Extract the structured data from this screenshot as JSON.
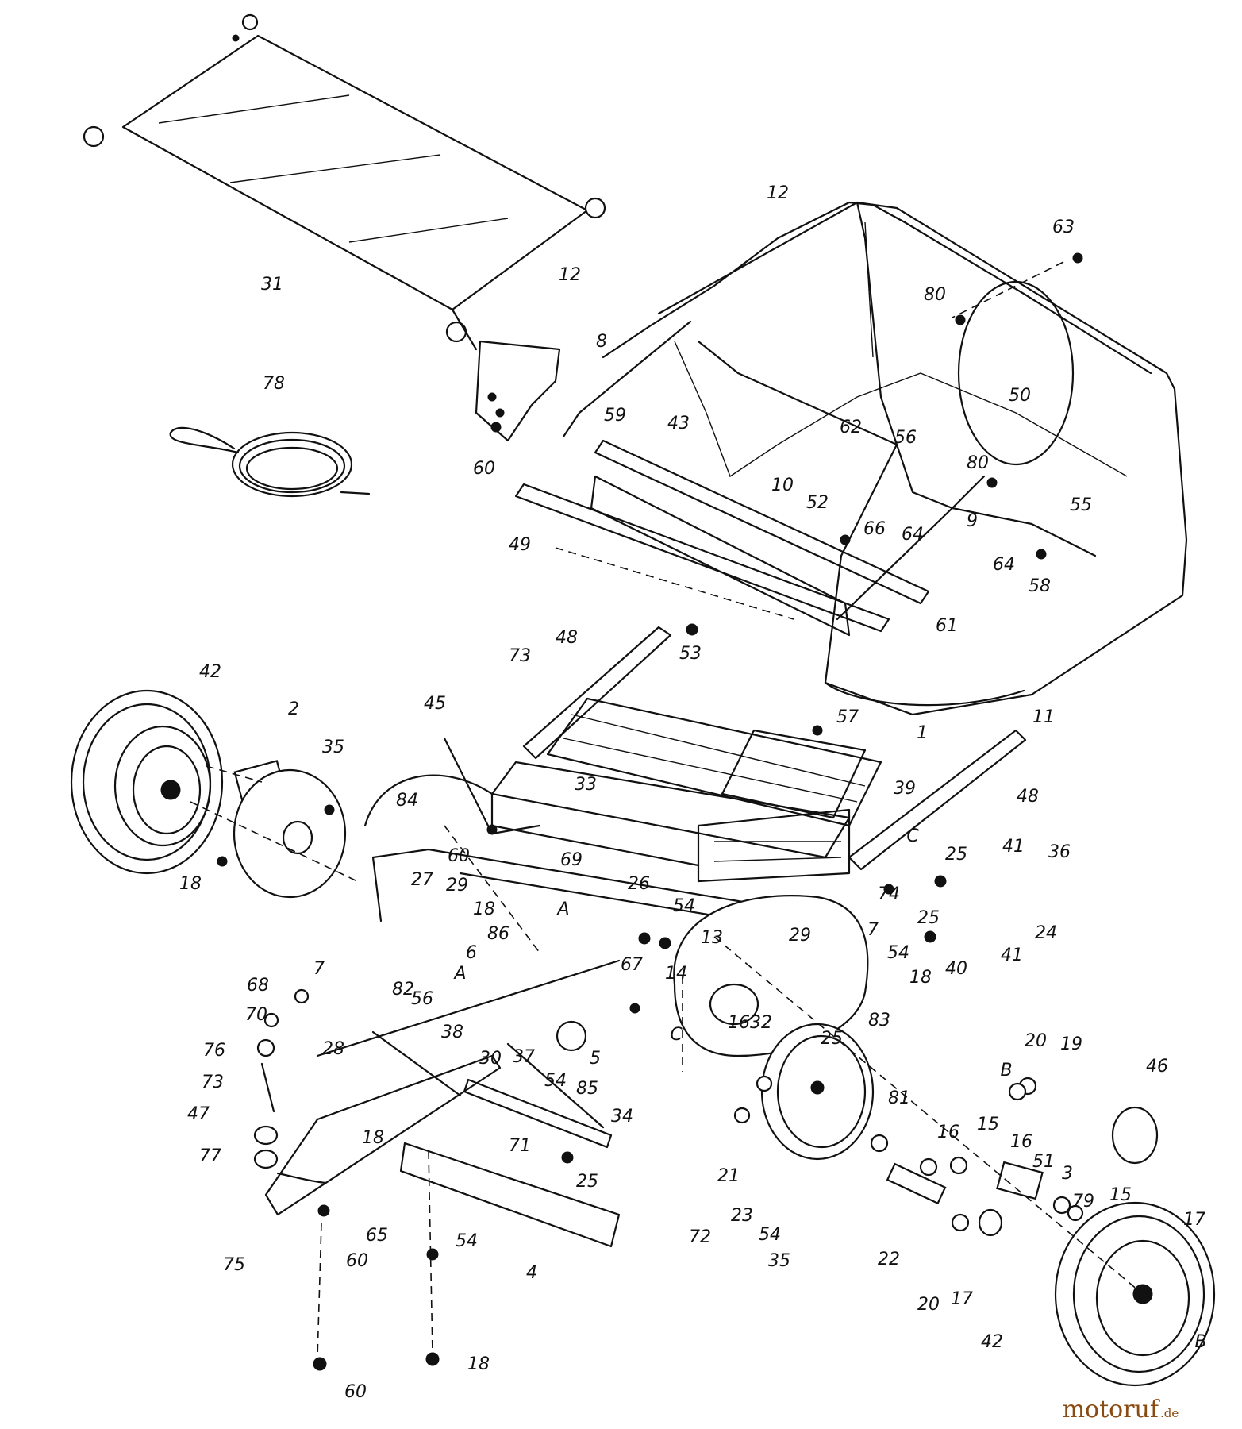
{
  "watermark": {
    "name": "motoruf",
    "suffix": ".de"
  },
  "callouts": [
    {
      "id": "c1",
      "text": "31"
    },
    {
      "id": "c2",
      "text": "12"
    },
    {
      "id": "c3",
      "text": "12"
    },
    {
      "id": "c4",
      "text": "63"
    },
    {
      "id": "c5",
      "text": "80"
    },
    {
      "id": "c6",
      "text": "50"
    },
    {
      "id": "c7",
      "text": "78"
    },
    {
      "id": "c8",
      "text": "8"
    },
    {
      "id": "c9",
      "text": "59"
    },
    {
      "id": "c10",
      "text": "60"
    },
    {
      "id": "c11",
      "text": "43"
    },
    {
      "id": "c12",
      "text": "10"
    },
    {
      "id": "c13",
      "text": "62"
    },
    {
      "id": "c14",
      "text": "56"
    },
    {
      "id": "c15",
      "text": "80"
    },
    {
      "id": "c16",
      "text": "52"
    },
    {
      "id": "c17",
      "text": "66"
    },
    {
      "id": "c18",
      "text": "64"
    },
    {
      "id": "c19",
      "text": "55"
    },
    {
      "id": "c20",
      "text": "49"
    },
    {
      "id": "c21",
      "text": "9"
    },
    {
      "id": "c22",
      "text": "64"
    },
    {
      "id": "c23",
      "text": "58"
    },
    {
      "id": "c24",
      "text": "61"
    },
    {
      "id": "c25",
      "text": "73"
    },
    {
      "id": "c26",
      "text": "48"
    },
    {
      "id": "c27",
      "text": "53"
    },
    {
      "id": "c28",
      "text": "11"
    },
    {
      "id": "c29",
      "text": "42"
    },
    {
      "id": "c30",
      "text": "2"
    },
    {
      "id": "c31",
      "text": "35"
    },
    {
      "id": "c32",
      "text": "45"
    },
    {
      "id": "c33",
      "text": "57"
    },
    {
      "id": "c34",
      "text": "1"
    },
    {
      "id": "c35",
      "text": "84"
    },
    {
      "id": "c36",
      "text": "33"
    },
    {
      "id": "c37",
      "text": "39"
    },
    {
      "id": "c38",
      "text": "48"
    },
    {
      "id": "c39",
      "text": "60"
    },
    {
      "id": "c40",
      "text": "69"
    },
    {
      "id": "c41",
      "text": "C"
    },
    {
      "id": "c42",
      "text": "25"
    },
    {
      "id": "c43",
      "text": "41"
    },
    {
      "id": "c44",
      "text": "36"
    },
    {
      "id": "c45",
      "text": "18"
    },
    {
      "id": "c46",
      "text": "27"
    },
    {
      "id": "c47",
      "text": "29"
    },
    {
      "id": "c48",
      "text": "26"
    },
    {
      "id": "c49",
      "text": "74"
    },
    {
      "id": "c50",
      "text": "25"
    },
    {
      "id": "c51",
      "text": "24"
    },
    {
      "id": "c52",
      "text": "18"
    },
    {
      "id": "c53",
      "text": "86"
    },
    {
      "id": "c54",
      "text": "A"
    },
    {
      "id": "c55",
      "text": "54"
    },
    {
      "id": "c56",
      "text": "13"
    },
    {
      "id": "c57",
      "text": "29"
    },
    {
      "id": "c58",
      "text": "7"
    },
    {
      "id": "c59",
      "text": "40"
    },
    {
      "id": "c60",
      "text": "41"
    },
    {
      "id": "c61",
      "text": "7"
    },
    {
      "id": "c62",
      "text": "6"
    },
    {
      "id": "c63",
      "text": "82"
    },
    {
      "id": "c64",
      "text": "67"
    },
    {
      "id": "c65",
      "text": "14"
    },
    {
      "id": "c66",
      "text": "54"
    },
    {
      "id": "c67",
      "text": "18"
    },
    {
      "id": "c68",
      "text": "68"
    },
    {
      "id": "c69",
      "text": "A"
    },
    {
      "id": "c70",
      "text": "56"
    },
    {
      "id": "c71",
      "text": "83"
    },
    {
      "id": "c72",
      "text": "70"
    },
    {
      "id": "c73",
      "text": "38"
    },
    {
      "id": "c74",
      "text": "C"
    },
    {
      "id": "c75",
      "text": "1632"
    },
    {
      "id": "c76",
      "text": "25"
    },
    {
      "id": "c77",
      "text": "76"
    },
    {
      "id": "c78",
      "text": "28"
    },
    {
      "id": "c79",
      "text": "30"
    },
    {
      "id": "c80",
      "text": "37"
    },
    {
      "id": "c81",
      "text": "5"
    },
    {
      "id": "c82",
      "text": "20"
    },
    {
      "id": "c83",
      "text": "19"
    },
    {
      "id": "c84",
      "text": "B"
    },
    {
      "id": "c85",
      "text": "46"
    },
    {
      "id": "c86",
      "text": "73"
    },
    {
      "id": "c87",
      "text": "54"
    },
    {
      "id": "c88",
      "text": "85"
    },
    {
      "id": "c89",
      "text": "47"
    },
    {
      "id": "c90",
      "text": "34"
    },
    {
      "id": "c91",
      "text": "81"
    },
    {
      "id": "c92",
      "text": "16"
    },
    {
      "id": "c93",
      "text": "15"
    },
    {
      "id": "c94",
      "text": "16"
    },
    {
      "id": "c95",
      "text": "51"
    },
    {
      "id": "c96",
      "text": "77"
    },
    {
      "id": "c97",
      "text": "18"
    },
    {
      "id": "c98",
      "text": "71"
    },
    {
      "id": "c99",
      "text": "21"
    },
    {
      "id": "c100",
      "text": "3"
    },
    {
      "id": "c101",
      "text": "79"
    },
    {
      "id": "c102",
      "text": "15"
    },
    {
      "id": "c103",
      "text": "25"
    },
    {
      "id": "c104",
      "text": "23"
    },
    {
      "id": "c105",
      "text": "17"
    },
    {
      "id": "c106",
      "text": "54"
    },
    {
      "id": "c107",
      "text": "72"
    },
    {
      "id": "c108",
      "text": "65"
    },
    {
      "id": "c109",
      "text": "60"
    },
    {
      "id": "c110",
      "text": "75"
    },
    {
      "id": "c111",
      "text": "4"
    },
    {
      "id": "c112",
      "text": "54"
    },
    {
      "id": "c113",
      "text": "35"
    },
    {
      "id": "c114",
      "text": "22"
    },
    {
      "id": "c115",
      "text": "20"
    },
    {
      "id": "c116",
      "text": "17"
    },
    {
      "id": "c117",
      "text": "42"
    },
    {
      "id": "c118",
      "text": "B"
    },
    {
      "id": "c119",
      "text": "60"
    },
    {
      "id": "c120",
      "text": "18"
    }
  ]
}
